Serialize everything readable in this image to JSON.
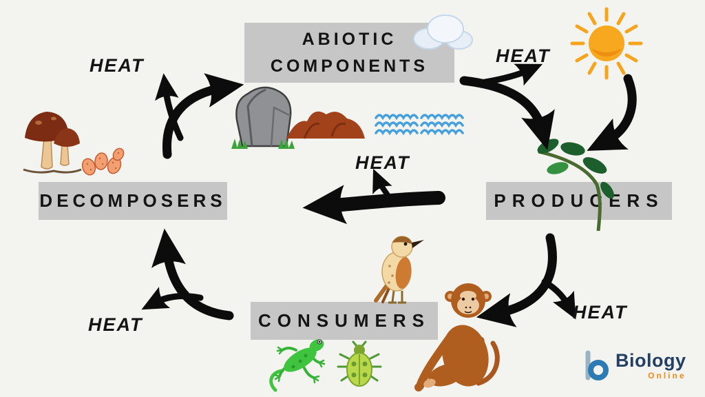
{
  "diagram": {
    "nodes": {
      "abiotic": {
        "line1": "ABIOTIC",
        "line2": "COMPONENTS"
      },
      "producers": {
        "label": "PRODUCERS"
      },
      "consumers": {
        "label": "CONSUMERS"
      },
      "decomposers": {
        "label": "DECOMPOSERS"
      }
    },
    "heat": {
      "top_left": "HEAT",
      "top_right": "HEAT",
      "center": "HEAT",
      "bottom_right": "HEAT",
      "bottom_left": "HEAT"
    },
    "illustrations": [
      "cloud-icon",
      "sun-icon",
      "rock-icon",
      "soil-mound-icon",
      "water-waves-icon",
      "plant-icon",
      "mushrooms-icon",
      "spore-eggs-icon",
      "bird-icon",
      "monkey-icon",
      "gecko-icon",
      "beetle-icon"
    ],
    "colors": {
      "background": "#f3f3ef",
      "label_background": "#c6c6c6",
      "label_text": "#141414",
      "arrow": "#0c0c0c",
      "heat_text": "#141414",
      "sun_orange": "#f6a41c",
      "leaf_dark": "#1d5e2d",
      "leaf_light": "#33913f",
      "water_blue": "#46a0dc",
      "soil_brown": "#a2421a",
      "monkey_brown": "#b05e20",
      "gecko_green": "#3fc43f",
      "logo_navy": "#233f63",
      "logo_orange": "#ef8a1b",
      "logo_blue": "#2d7bb5"
    }
  },
  "logo": {
    "name": "Biology",
    "suffix": "Online"
  }
}
